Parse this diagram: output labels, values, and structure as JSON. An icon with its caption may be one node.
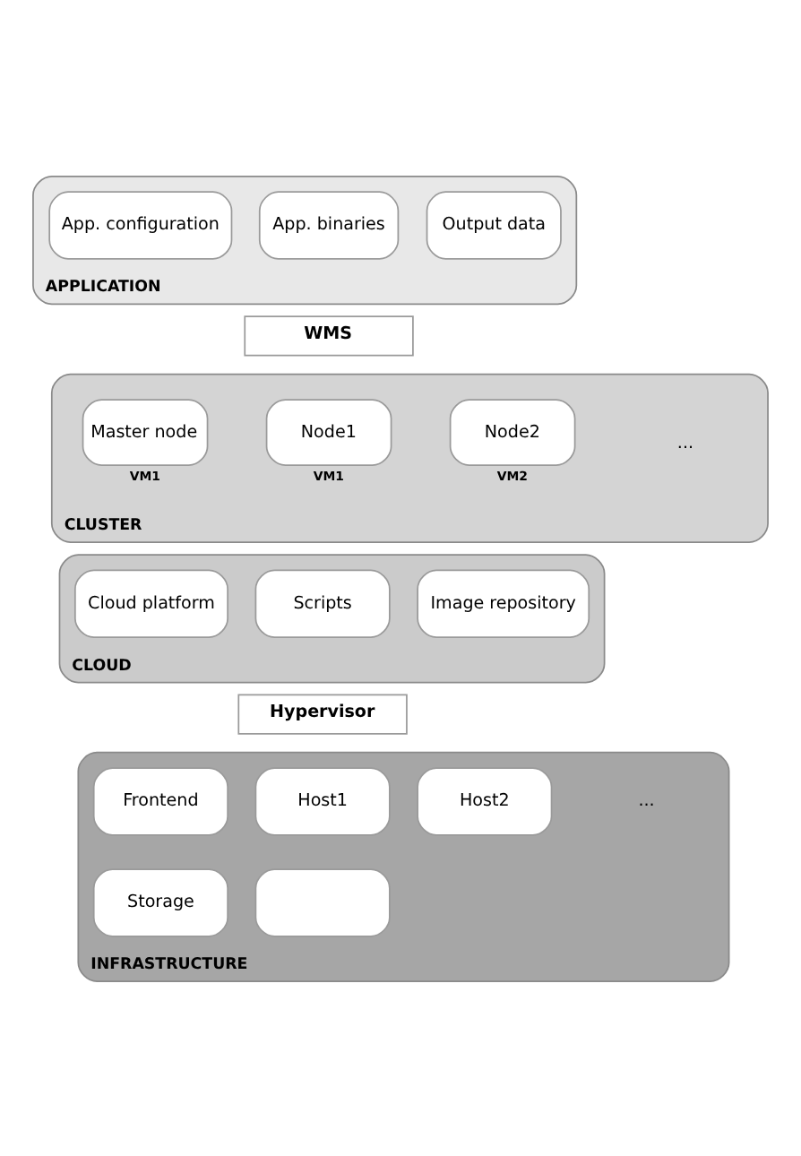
{
  "diagram": {
    "nodes": [
      {
        "text": [
          "APPLICATION"
        ]
      },
      {
        "text": [
          "App. configuration"
        ],
        "in": 0
      },
      {
        "text": [
          "App. binaries"
        ],
        "in": 0
      },
      {
        "text": [
          "Output data"
        ],
        "in": 0
      },
      {
        "text": [
          "WMS"
        ]
      },
      {
        "text": [
          "CLUSTER"
        ]
      },
      {
        "text": [
          "Master node"
        ],
        "in": 5,
        "beside": [
          "VM1"
        ]
      },
      {
        "text": [
          "Node1"
        ],
        "in": 5,
        "beside": [
          "VM1"
        ]
      },
      {
        "text": [
          "Node2"
        ],
        "in": 5,
        "beside": [
          "VM2"
        ]
      },
      {
        "text": [
          "CLOUD"
        ]
      },
      {
        "text": [
          "Cloud platform"
        ],
        "in": 9
      },
      {
        "text": [
          "Scripts"
        ],
        "in": 9
      },
      {
        "text": [
          "Image repository"
        ],
        "in": 9
      },
      {
        "text": [
          "Hypervisor"
        ]
      },
      {
        "text": [
          "INFRASTRUCTURE"
        ]
      },
      {
        "text": [
          "Frontend"
        ],
        "in": 14
      },
      {
        "text": [
          "Host1"
        ],
        "in": 14
      },
      {
        "text": [
          "Host2"
        ],
        "in": 14
      },
      {
        "text": [
          "Storage"
        ],
        "in": 14
      },
      {
        "text": [],
        "shape": "box",
        "in": 14
      }
    ],
    "labels": [
      "...",
      "..."
    ]
  }
}
